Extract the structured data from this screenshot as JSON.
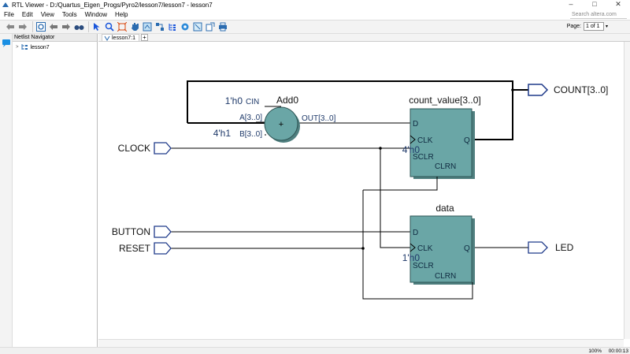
{
  "window": {
    "app_name": "RTL Viewer",
    "title": "RTL Viewer - D:/Quartus_Eigen_Progs/Pyro2/lesson7/lesson7 - lesson7",
    "minimize": "–",
    "maximize": "□",
    "close": "✕"
  },
  "menu": {
    "items": [
      "File",
      "Edit",
      "View",
      "Tools",
      "Window",
      "Help"
    ],
    "search_placeholder": "Search altera.com"
  },
  "toolbar": {
    "page_label": "Page:",
    "page_value": "1 of 1"
  },
  "navigator": {
    "header": "Netlist Navigator",
    "tree_item": "lesson7"
  },
  "tabs": {
    "active": "lesson7:1",
    "add": "+"
  },
  "schematic": {
    "inputs": [
      "CLOCK",
      "BUTTON",
      "RESET"
    ],
    "outputs": [
      "COUNT[3..0]",
      "LED"
    ],
    "adder": {
      "name": "Add0",
      "symbol": "+",
      "cin_const": "1'h0",
      "cin_port": "CIN",
      "a_port": "A[3..0]",
      "b_const": "4'h1",
      "b_port": "B[3..0]",
      "out_port": "OUT[3..0]"
    },
    "register_count": {
      "name": "count_value[3..0]",
      "d": "D",
      "clk": "CLK",
      "q": "Q",
      "sclr": "SCLR",
      "clrn": "CLRN",
      "sclr_const": "4'h0"
    },
    "register_data": {
      "name": "data",
      "d": "D",
      "clk": "CLK",
      "q": "Q",
      "sclr": "SCLR",
      "clrn": "CLRN",
      "sclr_const": "1'h0"
    },
    "colors": {
      "register_fill": "#6aa6a6",
      "adder_fill": "#6aa6a6",
      "port_stroke": "#1f3a8a",
      "wire": "#000000",
      "label": "#1f3a6a"
    }
  },
  "status": {
    "zoom": "100%",
    "time": "00:00:13"
  }
}
